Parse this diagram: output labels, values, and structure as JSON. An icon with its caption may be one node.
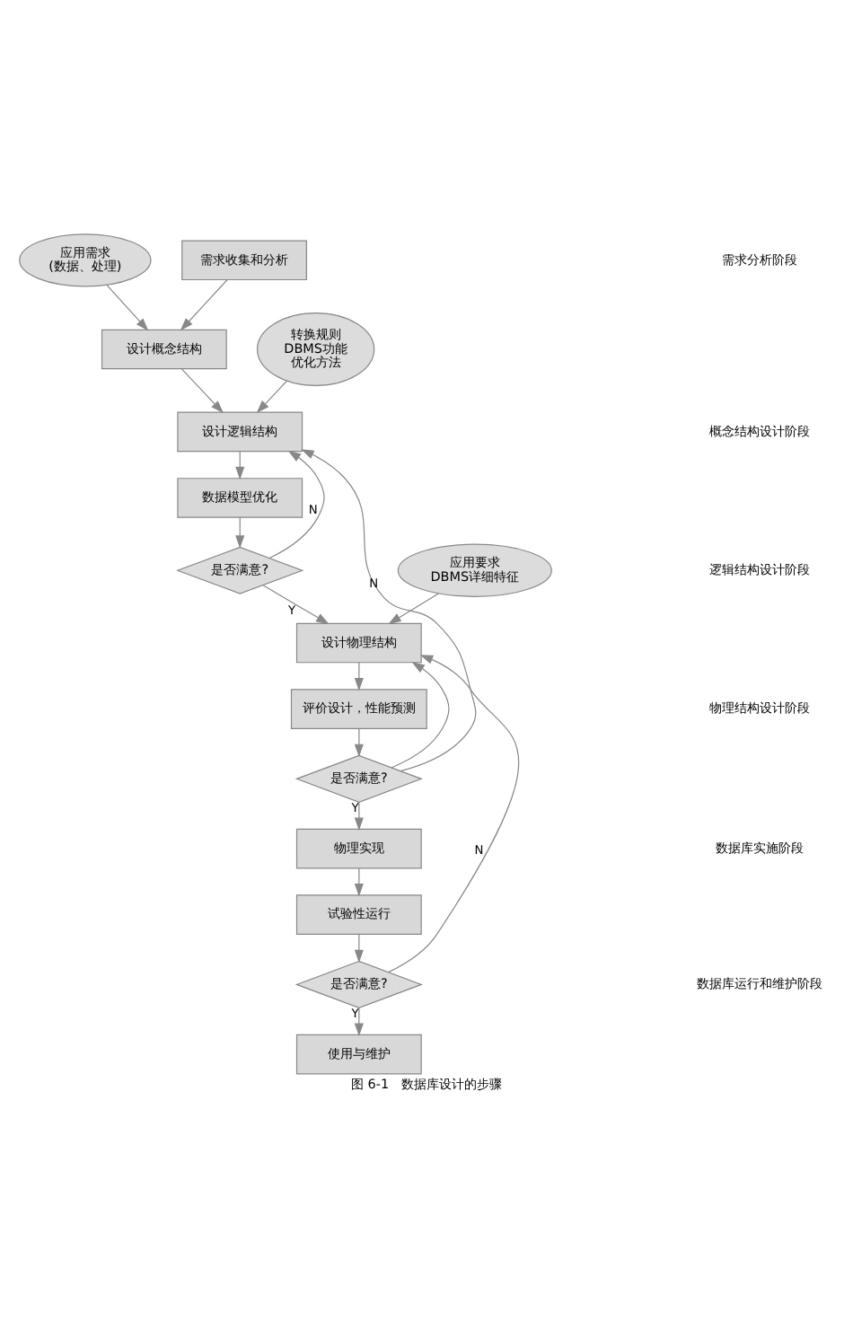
{
  "diagram": {
    "caption": "图 6-1　数据库设计的步骤",
    "nodes": [
      {
        "text": [
          "应用需求",
          "(数据、处理)"
        ]
      },
      {
        "text": [
          "需求收集和分析"
        ]
      },
      {
        "text": [
          "转换规则",
          "DBMS功能",
          "优化方法"
        ]
      },
      {
        "text": [
          "设计概念结构"
        ]
      },
      {
        "text": [
          "设计逻辑结构"
        ]
      },
      {
        "text": [
          "数据模型优化"
        ]
      },
      {
        "text": [
          "是否满意?"
        ]
      },
      {
        "text": [
          "应用要求",
          "DBMS详细特征"
        ]
      },
      {
        "text": [
          "设计物理结构"
        ]
      },
      {
        "text": [
          "评价设计，性能预测"
        ]
      },
      {
        "text": [
          "是否满意?"
        ]
      },
      {
        "text": [
          "物理实现"
        ]
      },
      {
        "text": [
          "试验性运行"
        ]
      },
      {
        "text": [
          "是否满意?"
        ]
      },
      {
        "text": [
          "使用与维护"
        ]
      }
    ],
    "edges": [
      {
        "from": 0,
        "to": 3,
        "arrow": "to"
      },
      {
        "from": 1,
        "to": 3,
        "arrow": "to"
      },
      {
        "from": 2,
        "to": 4,
        "arrow": "to"
      },
      {
        "from": 3,
        "to": 4,
        "arrow": "to"
      },
      {
        "from": 4,
        "to": 5,
        "arrow": "to"
      },
      {
        "from": 5,
        "to": 6,
        "arrow": "to"
      },
      {
        "from": 6,
        "to": 4,
        "arrow": "to",
        "label": "N"
      },
      {
        "from": 6,
        "to": 8,
        "arrow": "to",
        "label": "Y"
      },
      {
        "from": 7,
        "to": 8,
        "arrow": "to"
      },
      {
        "from": 8,
        "to": 9,
        "arrow": "to"
      },
      {
        "from": 9,
        "to": 10,
        "arrow": "to"
      },
      {
        "from": 10,
        "to": 4,
        "arrow": "to",
        "label": "N"
      },
      {
        "from": 10,
        "to": 8,
        "arrow": "to"
      },
      {
        "from": 10,
        "to": 11,
        "arrow": "to",
        "label": "Y"
      },
      {
        "from": 11,
        "to": 12,
        "arrow": "to"
      },
      {
        "from": 12,
        "to": 13,
        "arrow": "to"
      },
      {
        "from": 13,
        "to": 8,
        "arrow": "to",
        "label": "N"
      },
      {
        "from": 13,
        "to": 14,
        "arrow": "to",
        "label": "Y"
      }
    ],
    "labels": [
      "需求分析阶段",
      "概念结构设计阶段",
      "逻辑结构设计阶段",
      "物理结构设计阶段",
      "数据库实施阶段",
      "数据库运行和维护阶段"
    ]
  }
}
